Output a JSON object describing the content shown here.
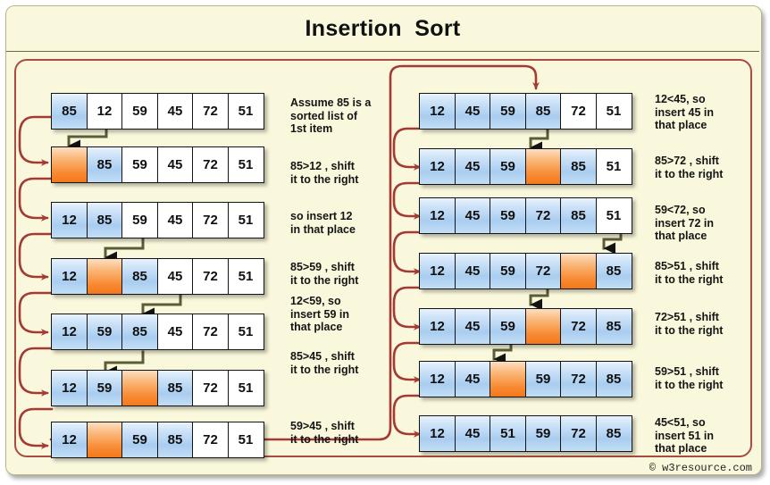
{
  "title": "Insertion  Sort",
  "credit": "© w3resource.com",
  "colors": {
    "background": "#faf8dc",
    "panel_border": "#b8b48a",
    "inner_frame": "#a94c40",
    "sorted_cell": "#a9cdf0",
    "gap_cell": "#f4781a",
    "unsorted_cell": "#ffffff",
    "red_arrow": "#a33a33",
    "olive_arrow": "#5c5c36",
    "text": "#141414"
  },
  "initial_list": [
    85,
    12,
    59,
    45,
    72,
    51
  ],
  "left_column": [
    {
      "values": [
        "85",
        "12",
        "59",
        "45",
        "72",
        "51"
      ],
      "states": [
        "sorted",
        "plain",
        "plain",
        "plain",
        "plain",
        "plain"
      ],
      "caption": "Assume 85 is a\nsorted list of\n1st item"
    },
    {
      "values": [
        "",
        "85",
        "59",
        "45",
        "72",
        "51"
      ],
      "states": [
        "gap",
        "sorted",
        "plain",
        "plain",
        "plain",
        "plain"
      ],
      "caption": "85>12 , shift\nit to the right"
    },
    {
      "values": [
        "12",
        "85",
        "59",
        "45",
        "72",
        "51"
      ],
      "states": [
        "sorted",
        "sorted",
        "plain",
        "plain",
        "plain",
        "plain"
      ],
      "caption": "so insert 12\nin that place"
    },
    {
      "values": [
        "12",
        "",
        "85",
        "45",
        "72",
        "51"
      ],
      "states": [
        "sorted",
        "gap",
        "sorted",
        "plain",
        "plain",
        "plain"
      ],
      "caption": "85>59 , shift\nit to the right"
    },
    {
      "values": [
        "12",
        "59",
        "85",
        "45",
        "72",
        "51"
      ],
      "states": [
        "sorted",
        "sorted",
        "sorted",
        "plain",
        "plain",
        "plain"
      ],
      "caption": "12<59, so\ninsert 59 in\nthat place"
    },
    {
      "values": [
        "12",
        "59",
        "",
        "85",
        "72",
        "51"
      ],
      "states": [
        "sorted",
        "sorted",
        "gap",
        "sorted",
        "plain",
        "plain"
      ],
      "caption": "85>45 , shift\nit to the right"
    },
    {
      "values": [
        "12",
        "",
        "59",
        "85",
        "72",
        "51"
      ],
      "states": [
        "sorted",
        "gap",
        "sorted",
        "sorted",
        "plain",
        "plain"
      ],
      "caption": "59>45 , shift\nit to the right"
    }
  ],
  "right_column": [
    {
      "values": [
        "12",
        "45",
        "59",
        "85",
        "72",
        "51"
      ],
      "states": [
        "sorted",
        "sorted",
        "sorted",
        "sorted",
        "plain",
        "plain"
      ],
      "caption": "12<45, so\ninsert 45 in\nthat place"
    },
    {
      "values": [
        "12",
        "45",
        "59",
        "",
        "85",
        "51"
      ],
      "states": [
        "sorted",
        "sorted",
        "sorted",
        "gap",
        "sorted",
        "plain"
      ],
      "caption": "85>72 , shift\nit to the right"
    },
    {
      "values": [
        "12",
        "45",
        "59",
        "72",
        "85",
        "51"
      ],
      "states": [
        "sorted",
        "sorted",
        "sorted",
        "sorted",
        "sorted",
        "plain"
      ],
      "caption": "59<72, so\ninsert 72 in\nthat place"
    },
    {
      "values": [
        "12",
        "45",
        "59",
        "72",
        "",
        "85"
      ],
      "states": [
        "sorted",
        "sorted",
        "sorted",
        "sorted",
        "gap",
        "sorted"
      ],
      "caption": "85>51 , shift\nit to the right"
    },
    {
      "values": [
        "12",
        "45",
        "59",
        "",
        "72",
        "85"
      ],
      "states": [
        "sorted",
        "sorted",
        "sorted",
        "gap",
        "sorted",
        "sorted"
      ],
      "caption": "72>51 , shift\nit to the right"
    },
    {
      "values": [
        "12",
        "45",
        "",
        "59",
        "72",
        "85"
      ],
      "states": [
        "sorted",
        "sorted",
        "gap",
        "sorted",
        "sorted",
        "sorted"
      ],
      "caption": "59>51 , shift\nit to the right"
    },
    {
      "values": [
        "12",
        "45",
        "51",
        "59",
        "72",
        "85"
      ],
      "states": [
        "sorted",
        "sorted",
        "sorted",
        "sorted",
        "sorted",
        "sorted"
      ],
      "caption": "45<51, so\ninsert 51 in\nthat place"
    }
  ]
}
